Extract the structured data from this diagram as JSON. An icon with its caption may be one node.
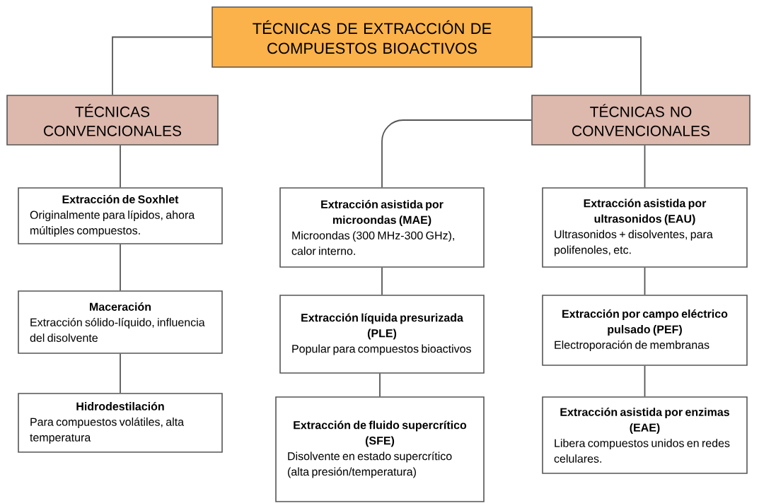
{
  "diagram": {
    "nodes": [
      {
        "text": [
          "TÉCNICAS DE EXTRACCIÓN DE COMPUESTOS BIOACTIVOS"
        ]
      },
      {
        "text": [
          "TÉCNICAS CONVENCIONALES"
        ]
      },
      {
        "text": [
          "TÉCNICAS NO CONVENCIONALES"
        ]
      },
      {
        "text": [
          "Extracción de Soxhlet",
          "Originalmente para lípidos, ahora múltiples compuestos."
        ]
      },
      {
        "text": [
          "Maceración",
          "Extracción sólido-líquido, influencia del disolvente"
        ]
      },
      {
        "text": [
          "Hidrodestilación",
          "Para compuestos volátiles, alta temperatura"
        ]
      },
      {
        "text": [
          "Extracción asistida por microondas (MAE)",
          "Microondas (300 MHz-300 GHz), calor interno."
        ]
      },
      {
        "text": [
          "Extracción líquida presurizada (PLE)",
          "Popular para compuestos bioactivos"
        ]
      },
      {
        "text": [
          "Extracción de fluido supercrítico (SFE)",
          "Disolvente en estado supercrítico (alta presión/temperatura)"
        ]
      },
      {
        "text": [
          "Extracción asistida por ultrasonidos (EAU)",
          "Ultrasonidos + disolventes, para polifenoles, etc."
        ]
      },
      {
        "text": [
          "Extracción por campo eléctrico pulsado (PEF)",
          "Electroporación de membranas"
        ]
      },
      {
        "text": [
          "Extracción asistida por enzimas (EAE)",
          "Libera compuestos unidos en redes celulares."
        ]
      }
    ],
    "edges": [
      {
        "from": 0,
        "to": 1,
        "arrow": "none"
      },
      {
        "from": 0,
        "to": 2,
        "arrow": "none"
      },
      {
        "from": 1,
        "to": 3,
        "arrow": "none"
      },
      {
        "from": 3,
        "to": 4,
        "arrow": "none"
      },
      {
        "from": 4,
        "to": 5,
        "arrow": "none"
      },
      {
        "from": 2,
        "to": 6,
        "arrow": "none"
      },
      {
        "from": 6,
        "to": 7,
        "arrow": "none"
      },
      {
        "from": 7,
        "to": 8,
        "arrow": "none"
      },
      {
        "from": 2,
        "to": 9,
        "arrow": "none"
      },
      {
        "from": 9,
        "to": 10,
        "arrow": "none"
      },
      {
        "from": 10,
        "to": 11,
        "arrow": "none"
      }
    ]
  }
}
